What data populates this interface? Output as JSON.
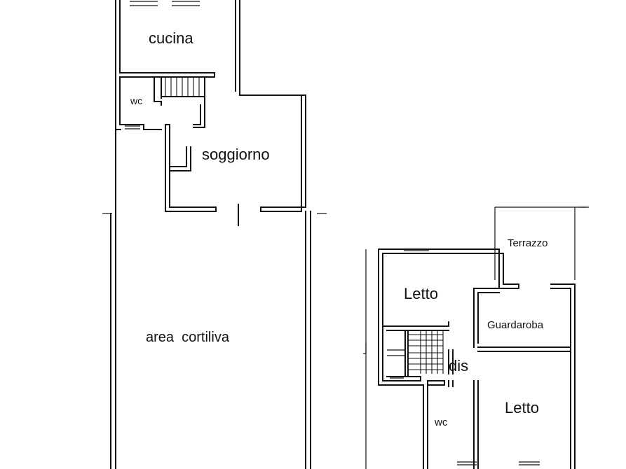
{
  "ground_floor": {
    "rooms": {
      "kitchen": "cucina",
      "wc": "wc",
      "living": "soggiorno",
      "courtyard": "area  cortiliva"
    }
  },
  "first_floor": {
    "rooms": {
      "terrace": "Terrazzo",
      "bedroom_1": "Letto",
      "wardrobe": "Guardaroba",
      "landing": "dis",
      "wc": "wc",
      "bedroom_2": "Letto"
    }
  }
}
